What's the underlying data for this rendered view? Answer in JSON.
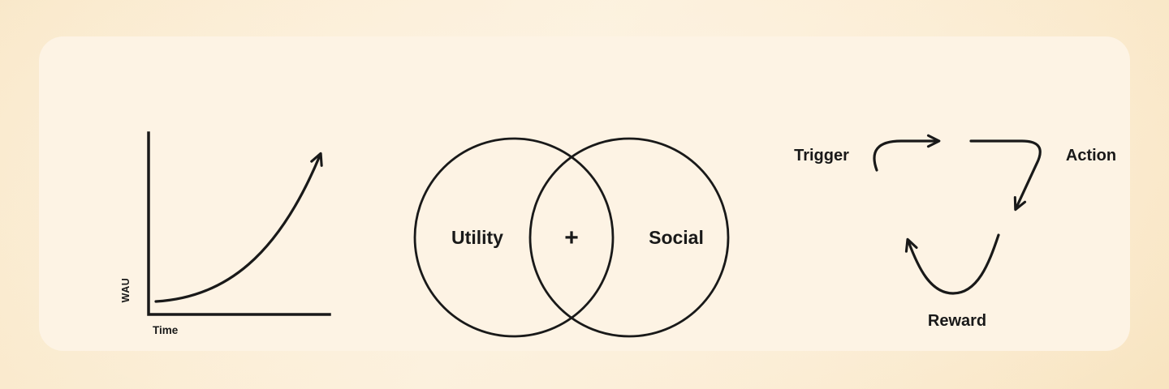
{
  "theme": {
    "bg": "#f9e7c6",
    "card_bg": "#fdf3e4",
    "ink": "#191919"
  },
  "growth_chart": {
    "y_axis_label": "WAU",
    "x_axis_label": "Time"
  },
  "venn": {
    "left_label": "Utility",
    "right_label": "Social",
    "intersection_label": "+"
  },
  "loop": {
    "top_left_label": "Trigger",
    "top_right_label": "Action",
    "bottom_label": "Reward"
  }
}
